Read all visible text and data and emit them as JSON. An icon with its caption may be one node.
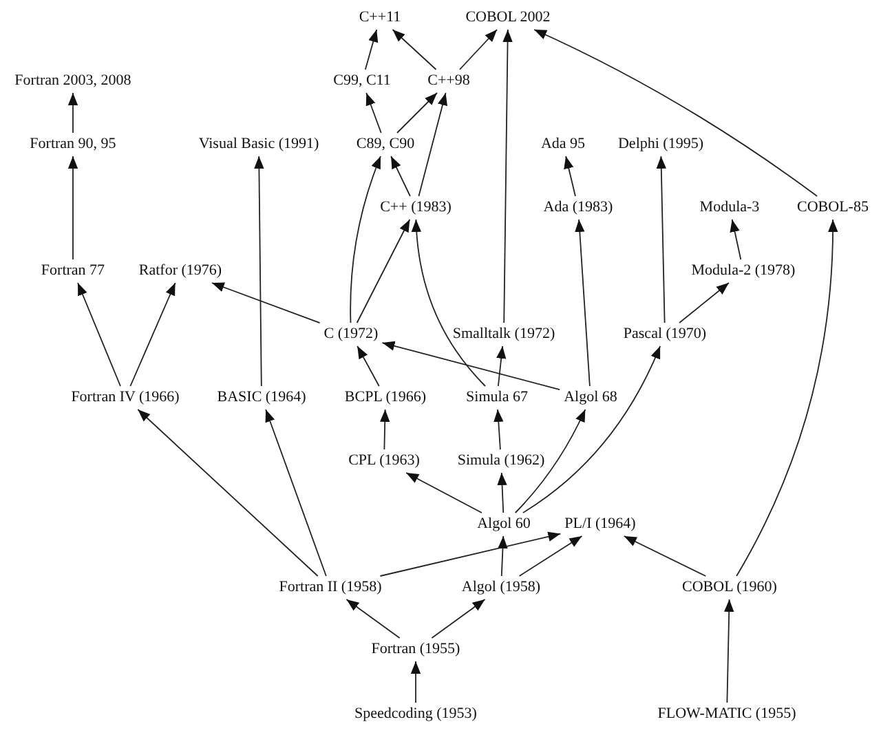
{
  "diagram": {
    "nodes": [
      {
        "text": [
          "C++11"
        ]
      },
      {
        "text": [
          "COBOL 2002"
        ]
      },
      {
        "text": [
          "Fortran 2003, 2008"
        ]
      },
      {
        "text": [
          "C99, C11"
        ]
      },
      {
        "text": [
          "C++98"
        ]
      },
      {
        "text": [
          "Fortran 90, 95"
        ]
      },
      {
        "text": [
          "Visual Basic (1991)"
        ]
      },
      {
        "text": [
          "C89, C90"
        ]
      },
      {
        "text": [
          "Ada 95"
        ]
      },
      {
        "text": [
          "Delphi (1995)"
        ]
      },
      {
        "text": [
          "C++ (1983)"
        ]
      },
      {
        "text": [
          "Ada (1983)"
        ]
      },
      {
        "text": [
          "Modula-3"
        ]
      },
      {
        "text": [
          "COBOL-85"
        ]
      },
      {
        "text": [
          "Fortran 77"
        ]
      },
      {
        "text": [
          "Ratfor (1976)"
        ]
      },
      {
        "text": [
          "Modula-2 (1978)"
        ]
      },
      {
        "text": [
          "C (1972)"
        ]
      },
      {
        "text": [
          "Smalltalk (1972)"
        ]
      },
      {
        "text": [
          "Pascal (1970)"
        ]
      },
      {
        "text": [
          "Fortran IV (1966)"
        ]
      },
      {
        "text": [
          "BASIC (1964)"
        ]
      },
      {
        "text": [
          "BCPL (1966)"
        ]
      },
      {
        "text": [
          "Simula 67"
        ]
      },
      {
        "text": [
          "Algol 68"
        ]
      },
      {
        "text": [
          "CPL (1963)"
        ]
      },
      {
        "text": [
          "Simula (1962)"
        ]
      },
      {
        "text": [
          "Algol 60"
        ]
      },
      {
        "text": [
          "PL/I (1964)"
        ]
      },
      {
        "text": [
          "Fortran II (1958)"
        ]
      },
      {
        "text": [
          "Algol (1958)"
        ]
      },
      {
        "text": [
          "COBOL (1960)"
        ]
      },
      {
        "text": [
          "Fortran (1955)"
        ]
      },
      {
        "text": [
          "Speedcoding (1953)"
        ]
      },
      {
        "text": [
          "FLOW-MATIC (1955)"
        ]
      }
    ],
    "edges": [
      {
        "from": 33,
        "to": 32,
        "arrow": "to"
      },
      {
        "from": 32,
        "to": 29,
        "arrow": "to"
      },
      {
        "from": 32,
        "to": 30,
        "arrow": "to"
      },
      {
        "from": 29,
        "to": 20,
        "arrow": "to"
      },
      {
        "from": 29,
        "to": 21,
        "arrow": "to"
      },
      {
        "from": 29,
        "to": 28,
        "arrow": "to"
      },
      {
        "from": 30,
        "to": 27,
        "arrow": "to"
      },
      {
        "from": 30,
        "to": 28,
        "arrow": "to"
      },
      {
        "from": 31,
        "to": 28,
        "arrow": "to"
      },
      {
        "from": 34,
        "to": 31,
        "arrow": "to"
      },
      {
        "from": 31,
        "to": 13,
        "arrow": "to"
      },
      {
        "from": 13,
        "to": 1,
        "arrow": "to"
      },
      {
        "from": 27,
        "to": 25,
        "arrow": "to"
      },
      {
        "from": 27,
        "to": 26,
        "arrow": "to"
      },
      {
        "from": 27,
        "to": 24,
        "arrow": "to"
      },
      {
        "from": 27,
        "to": 19,
        "arrow": "to"
      },
      {
        "from": 25,
        "to": 22,
        "arrow": "to"
      },
      {
        "from": 22,
        "to": 17,
        "arrow": "to"
      },
      {
        "from": 26,
        "to": 23,
        "arrow": "to"
      },
      {
        "from": 23,
        "to": 18,
        "arrow": "to"
      },
      {
        "from": 23,
        "to": 10,
        "arrow": "to"
      },
      {
        "from": 24,
        "to": 17,
        "arrow": "to"
      },
      {
        "from": 24,
        "to": 11,
        "arrow": "to"
      },
      {
        "from": 20,
        "to": 14,
        "arrow": "to"
      },
      {
        "from": 20,
        "to": 15,
        "arrow": "to"
      },
      {
        "from": 17,
        "to": 15,
        "arrow": "to"
      },
      {
        "from": 17,
        "to": 7,
        "arrow": "to"
      },
      {
        "from": 17,
        "to": 10,
        "arrow": "to"
      },
      {
        "from": 14,
        "to": 5,
        "arrow": "to"
      },
      {
        "from": 5,
        "to": 2,
        "arrow": "to"
      },
      {
        "from": 21,
        "to": 6,
        "arrow": "to"
      },
      {
        "from": 10,
        "to": 7,
        "arrow": "to"
      },
      {
        "from": 10,
        "to": 4,
        "arrow": "to"
      },
      {
        "from": 7,
        "to": 3,
        "arrow": "to"
      },
      {
        "from": 7,
        "to": 4,
        "arrow": "to"
      },
      {
        "from": 3,
        "to": 0,
        "arrow": "to"
      },
      {
        "from": 4,
        "to": 0,
        "arrow": "to"
      },
      {
        "from": 4,
        "to": 1,
        "arrow": "to"
      },
      {
        "from": 18,
        "to": 1,
        "arrow": "to"
      },
      {
        "from": 11,
        "to": 8,
        "arrow": "to"
      },
      {
        "from": 19,
        "to": 9,
        "arrow": "to"
      },
      {
        "from": 19,
        "to": 16,
        "arrow": "to"
      },
      {
        "from": 16,
        "to": 12,
        "arrow": "to"
      }
    ]
  }
}
